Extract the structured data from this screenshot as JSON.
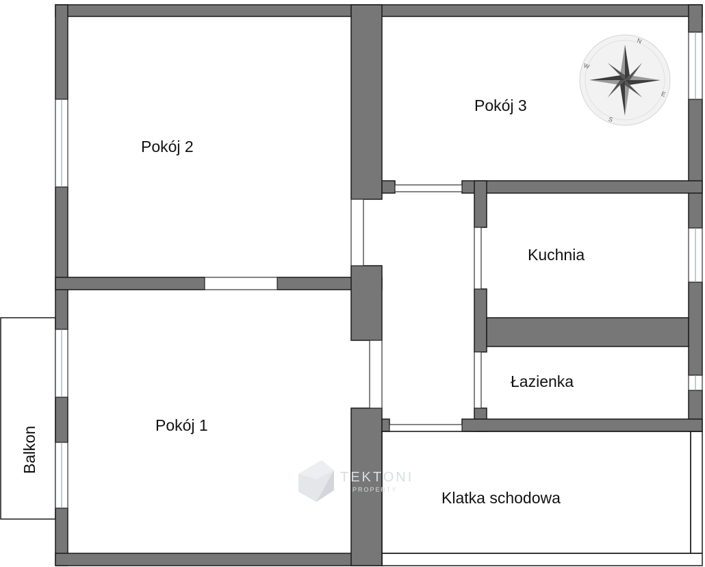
{
  "rooms": {
    "pokoj2": "Pokój 2",
    "pokoj3": "Pokój 3",
    "pokoj1": "Pokój 1",
    "kuchnia": "Kuchnia",
    "lazienka": "Łazienka",
    "klatka": "Klatka schodowa",
    "balkon": "Balkon"
  },
  "watermark": {
    "name": "TEKTONI",
    "subtitle": "PROPERTY"
  },
  "compass": {
    "n": "N",
    "e": "E",
    "s": "S",
    "w": "W"
  },
  "colors": {
    "wall": "#777777",
    "outline": "#1a1a1a",
    "window": "#ffffff"
  }
}
